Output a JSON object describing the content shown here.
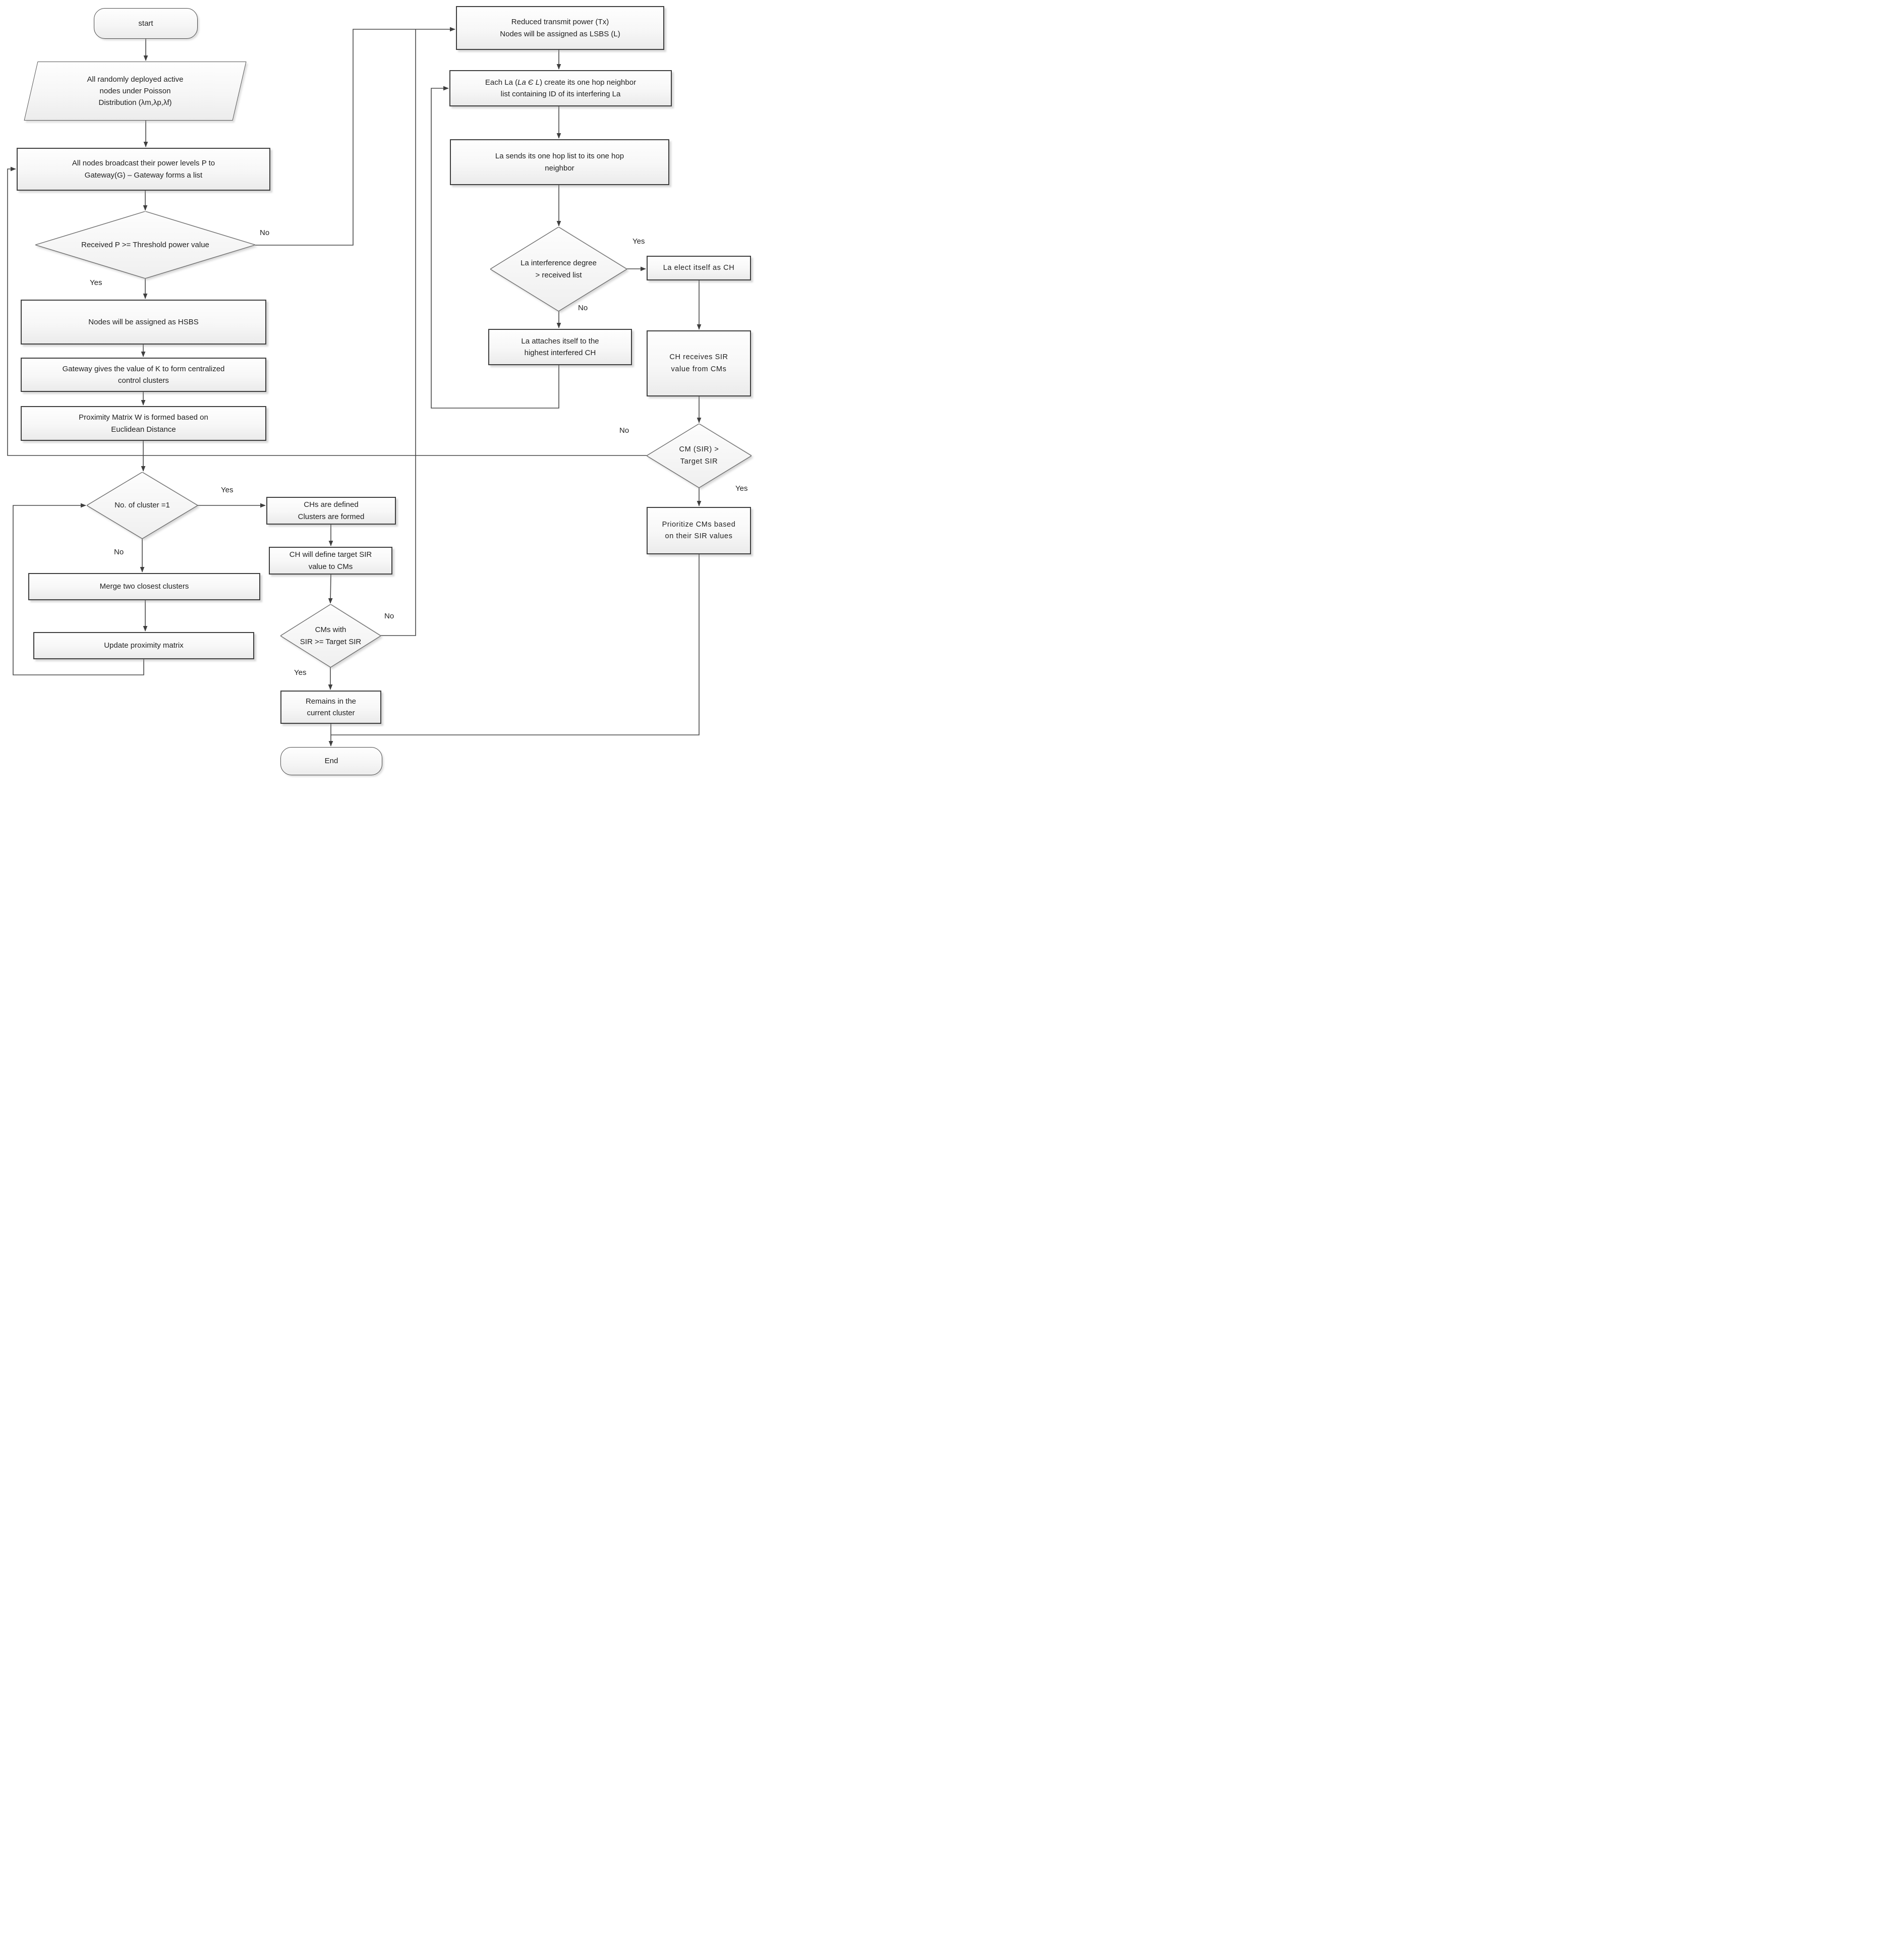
{
  "diagram": {
    "title": "Clustering flowchart",
    "nodes": {
      "start": "start",
      "deploy": "All randomly deployed active\nnodes under Poisson\nDistribution (λm,λp,λf)",
      "broadcast": "All nodes broadcast their power levels P to\nGateway(G) – Gateway forms a list",
      "threshold": "Received P >= Threshold power value",
      "hsbs": "Nodes will be assigned as HSBS",
      "gateway_k": "Gateway gives the value of K to form centralized\ncontrol  clusters",
      "proximity": "Proximity Matrix W is formed based on\nEuclidean Distance",
      "cluster_one": "No. of cluster =1",
      "merge": "Merge two closest clusters",
      "update": "Update proximity matrix",
      "chs_defined": "CHs are defined\nClusters are formed",
      "ch_target": "CH will define target SIR\nvalue to CMs",
      "cms_sir": "CMs with\nSIR >= Target SIR",
      "remains": "Remains in the\ncurrent cluster",
      "end": "End",
      "reduced": "Reduced transmit power (Tx)\nNodes will be assigned as LSBS (L)",
      "each_la": {
        "pre": "Each La (",
        "italic": "La Є L",
        "post": ") create its one hop neighbor\nlist containing ID of its interfering La"
      },
      "la_sends": "La sends its one hop list to its one hop\nneighbor",
      "la_interf": "La interference degree\n> received list",
      "la_elect": "La elect itself as CH",
      "la_attach": "La attaches itself to the\nhighest interfered CH",
      "ch_receives": "CH receives SIR\nvalue from CMs",
      "cm_sir": "CM (SIR) >\nTarget SIR",
      "prioritize": "Prioritize CMs based\non their SIR values"
    },
    "edge_labels": {
      "threshold_yes": "Yes",
      "threshold_no": "No",
      "cluster_yes": "Yes",
      "cluster_no": "No",
      "cms_yes": "Yes",
      "cms_no": "No",
      "la_interf_yes": "Yes",
      "la_interf_no": "No",
      "cm_sir_yes": "Yes",
      "cm_sir_no": "No"
    },
    "colors": {
      "line": "#4a4a4a",
      "box_border": "#3f3f3f",
      "diamond_border": "#6f6f6f",
      "fill_top": "#fefefe",
      "fill_bottom": "#ececec"
    }
  }
}
